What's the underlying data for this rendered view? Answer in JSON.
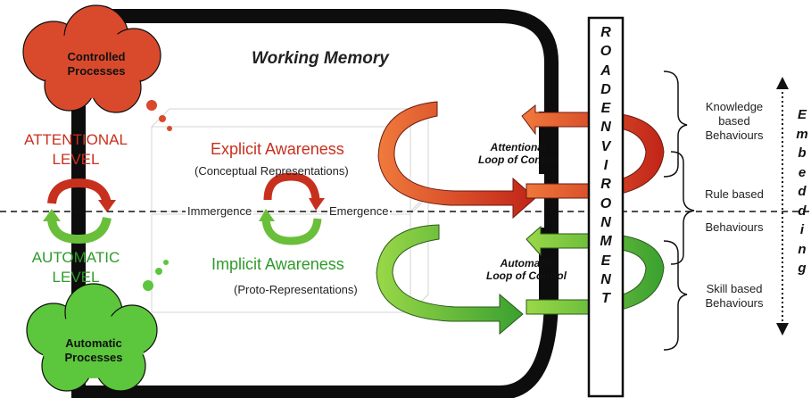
{
  "working_memory": {
    "title": "Working Memory"
  },
  "levels": {
    "attentional": [
      "ATTENTIONAL",
      "LEVEL"
    ],
    "automatic": [
      "AUTOMATIC",
      "LEVEL"
    ]
  },
  "clouds": {
    "controlled": [
      "Controlled",
      "Processes"
    ],
    "automatic": [
      "Automatic",
      "Processes"
    ]
  },
  "awareness": {
    "explicit_title": "Explicit Awareness",
    "explicit_sub": "(Conceptual Representations)",
    "implicit_title": "Implicit Awareness",
    "implicit_sub": "(Proto-Representations)"
  },
  "transitions": {
    "immergence": "Immergence",
    "emergence": "Emergence"
  },
  "loops": {
    "attentional": [
      "Attentional",
      "Loop of Control"
    ],
    "automatic": [
      "Automatic",
      "Loop of Control"
    ]
  },
  "road_environment": [
    "R",
    "O",
    "A",
    "D",
    "E",
    "N",
    "V",
    "I",
    "R",
    "O",
    "N",
    "M",
    "E",
    "N",
    "T"
  ],
  "behaviours": {
    "knowledge": [
      "Knowledge",
      "based",
      "Behaviours"
    ],
    "rule": "Rule based",
    "rule_2": "Behaviours",
    "skill": [
      "Skill based",
      "Behaviours"
    ]
  },
  "embedding": [
    "E",
    "m",
    "b",
    "e",
    "d",
    "d",
    "i",
    "n",
    "g"
  ],
  "colors": {
    "attentional_red": "#c8301e",
    "automatic_green": "#2f9a2a",
    "cloud_red": "#d94a2c",
    "cloud_green": "#5cc63c",
    "frame_black": "#0d0d0d"
  }
}
